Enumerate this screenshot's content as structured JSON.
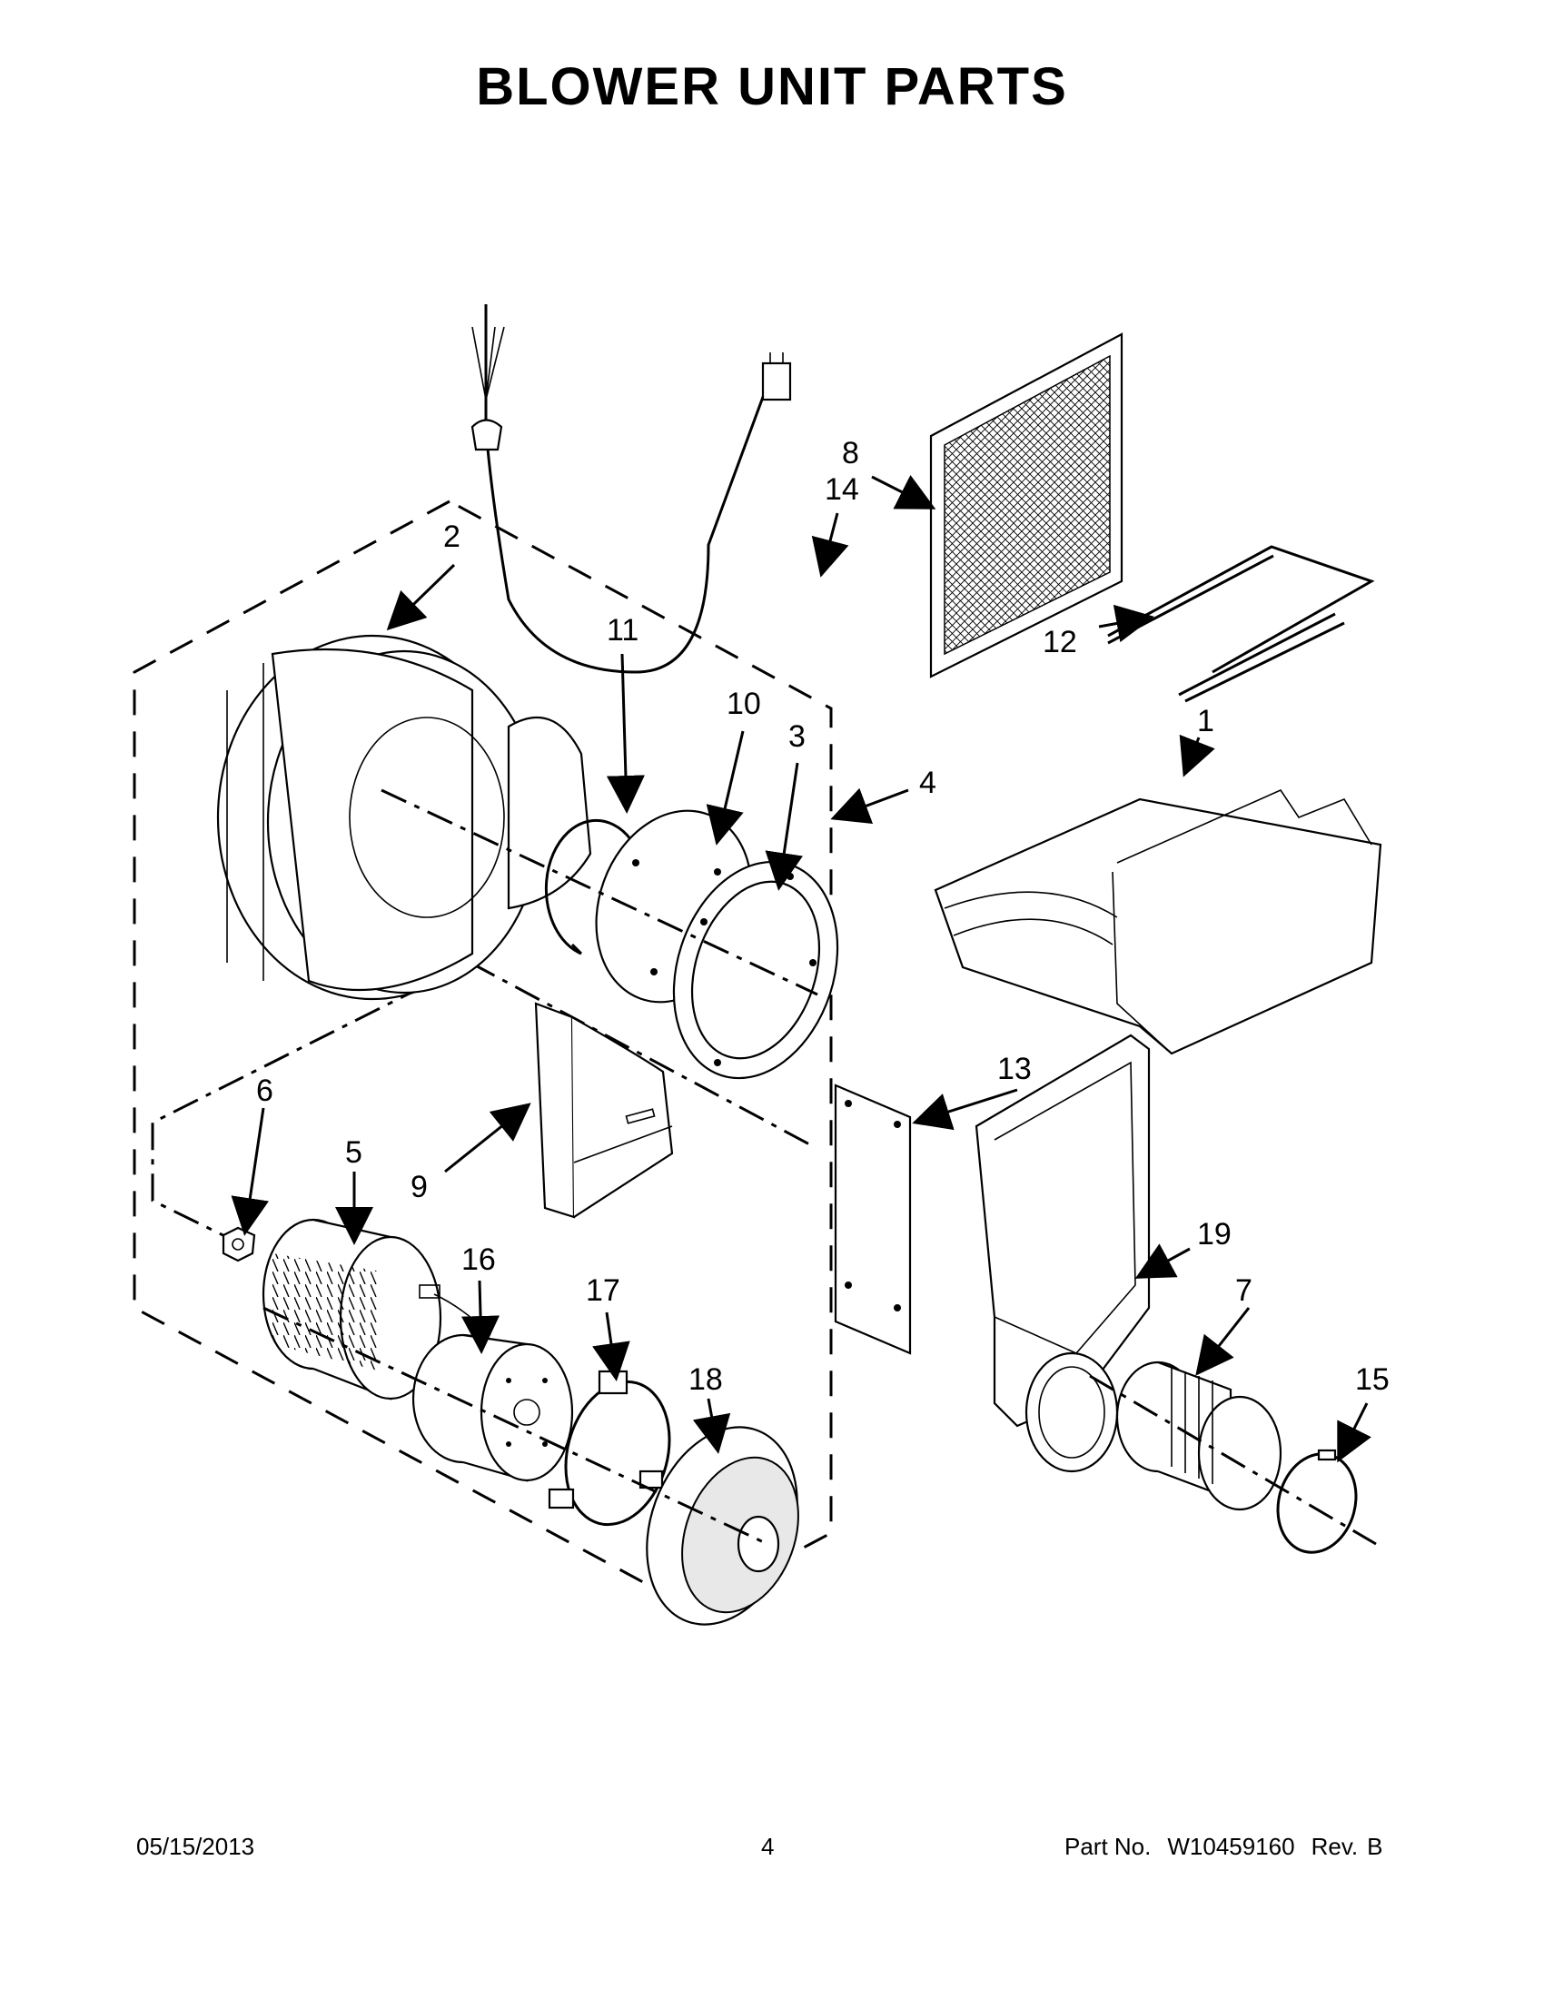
{
  "title": "BLOWER UNIT PARTS",
  "footer": {
    "date": "05/15/2013",
    "page": "4",
    "part_label": "Part No.",
    "part_number": "W10459160",
    "rev_label": "Rev.",
    "rev": "B"
  },
  "callouts": {
    "c1": "1",
    "c2": "2",
    "c3": "3",
    "c4": "4",
    "c5": "5",
    "c6": "6",
    "c7": "7",
    "c8": "8",
    "c9": "9",
    "c10": "10",
    "c11": "11",
    "c12": "12",
    "c13": "13",
    "c14": "14",
    "c15": "15",
    "c16": "16",
    "c17": "17",
    "c18": "18",
    "c19": "19"
  }
}
